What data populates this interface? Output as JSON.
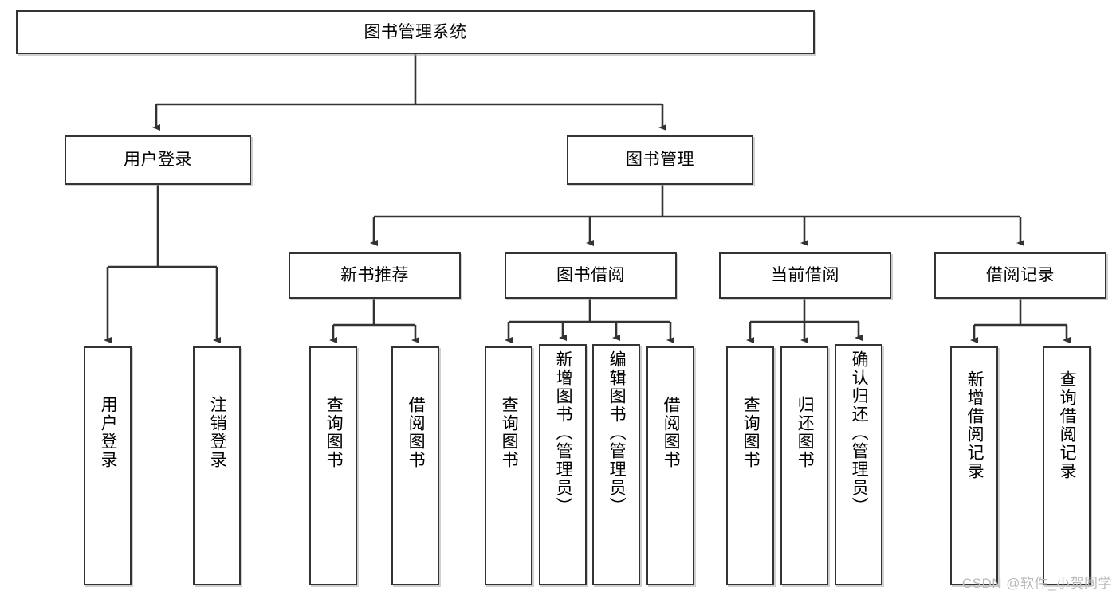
{
  "diagram": {
    "title": "图书管理系统",
    "type": "tree",
    "watermark": "CSDN @软件_小贺同学",
    "levels": {
      "root": {
        "label": "图书管理系统"
      },
      "level2": [
        {
          "label": "用户登录"
        },
        {
          "label": "图书管理"
        }
      ],
      "level3": [
        {
          "label": "新书推荐"
        },
        {
          "label": "图书借阅"
        },
        {
          "label": "当前借阅"
        },
        {
          "label": "借阅记录"
        }
      ],
      "leaves": {
        "user_login": [
          {
            "label": "用户登录"
          },
          {
            "label": "注销登录"
          }
        ],
        "new_book_recommend": [
          {
            "label": "查询图书"
          },
          {
            "label": "借阅图书"
          }
        ],
        "book_borrow": [
          {
            "label": "查询图书"
          },
          {
            "label": "新增图书（管理员）"
          },
          {
            "label": "编辑图书（管理员）"
          },
          {
            "label": "借阅图书"
          }
        ],
        "current_borrow": [
          {
            "label": "查询图书"
          },
          {
            "label": "归还图书"
          },
          {
            "label": "确认归还（管理员）"
          }
        ],
        "borrow_record": [
          {
            "label": "新增借阅记录"
          },
          {
            "label": "查询借阅记录"
          }
        ]
      }
    },
    "colors": {
      "box_border": "#333333",
      "box_fill": "#ffffff",
      "edge": "#333333",
      "text": "#000000",
      "watermark": "#b9b9b9"
    }
  }
}
